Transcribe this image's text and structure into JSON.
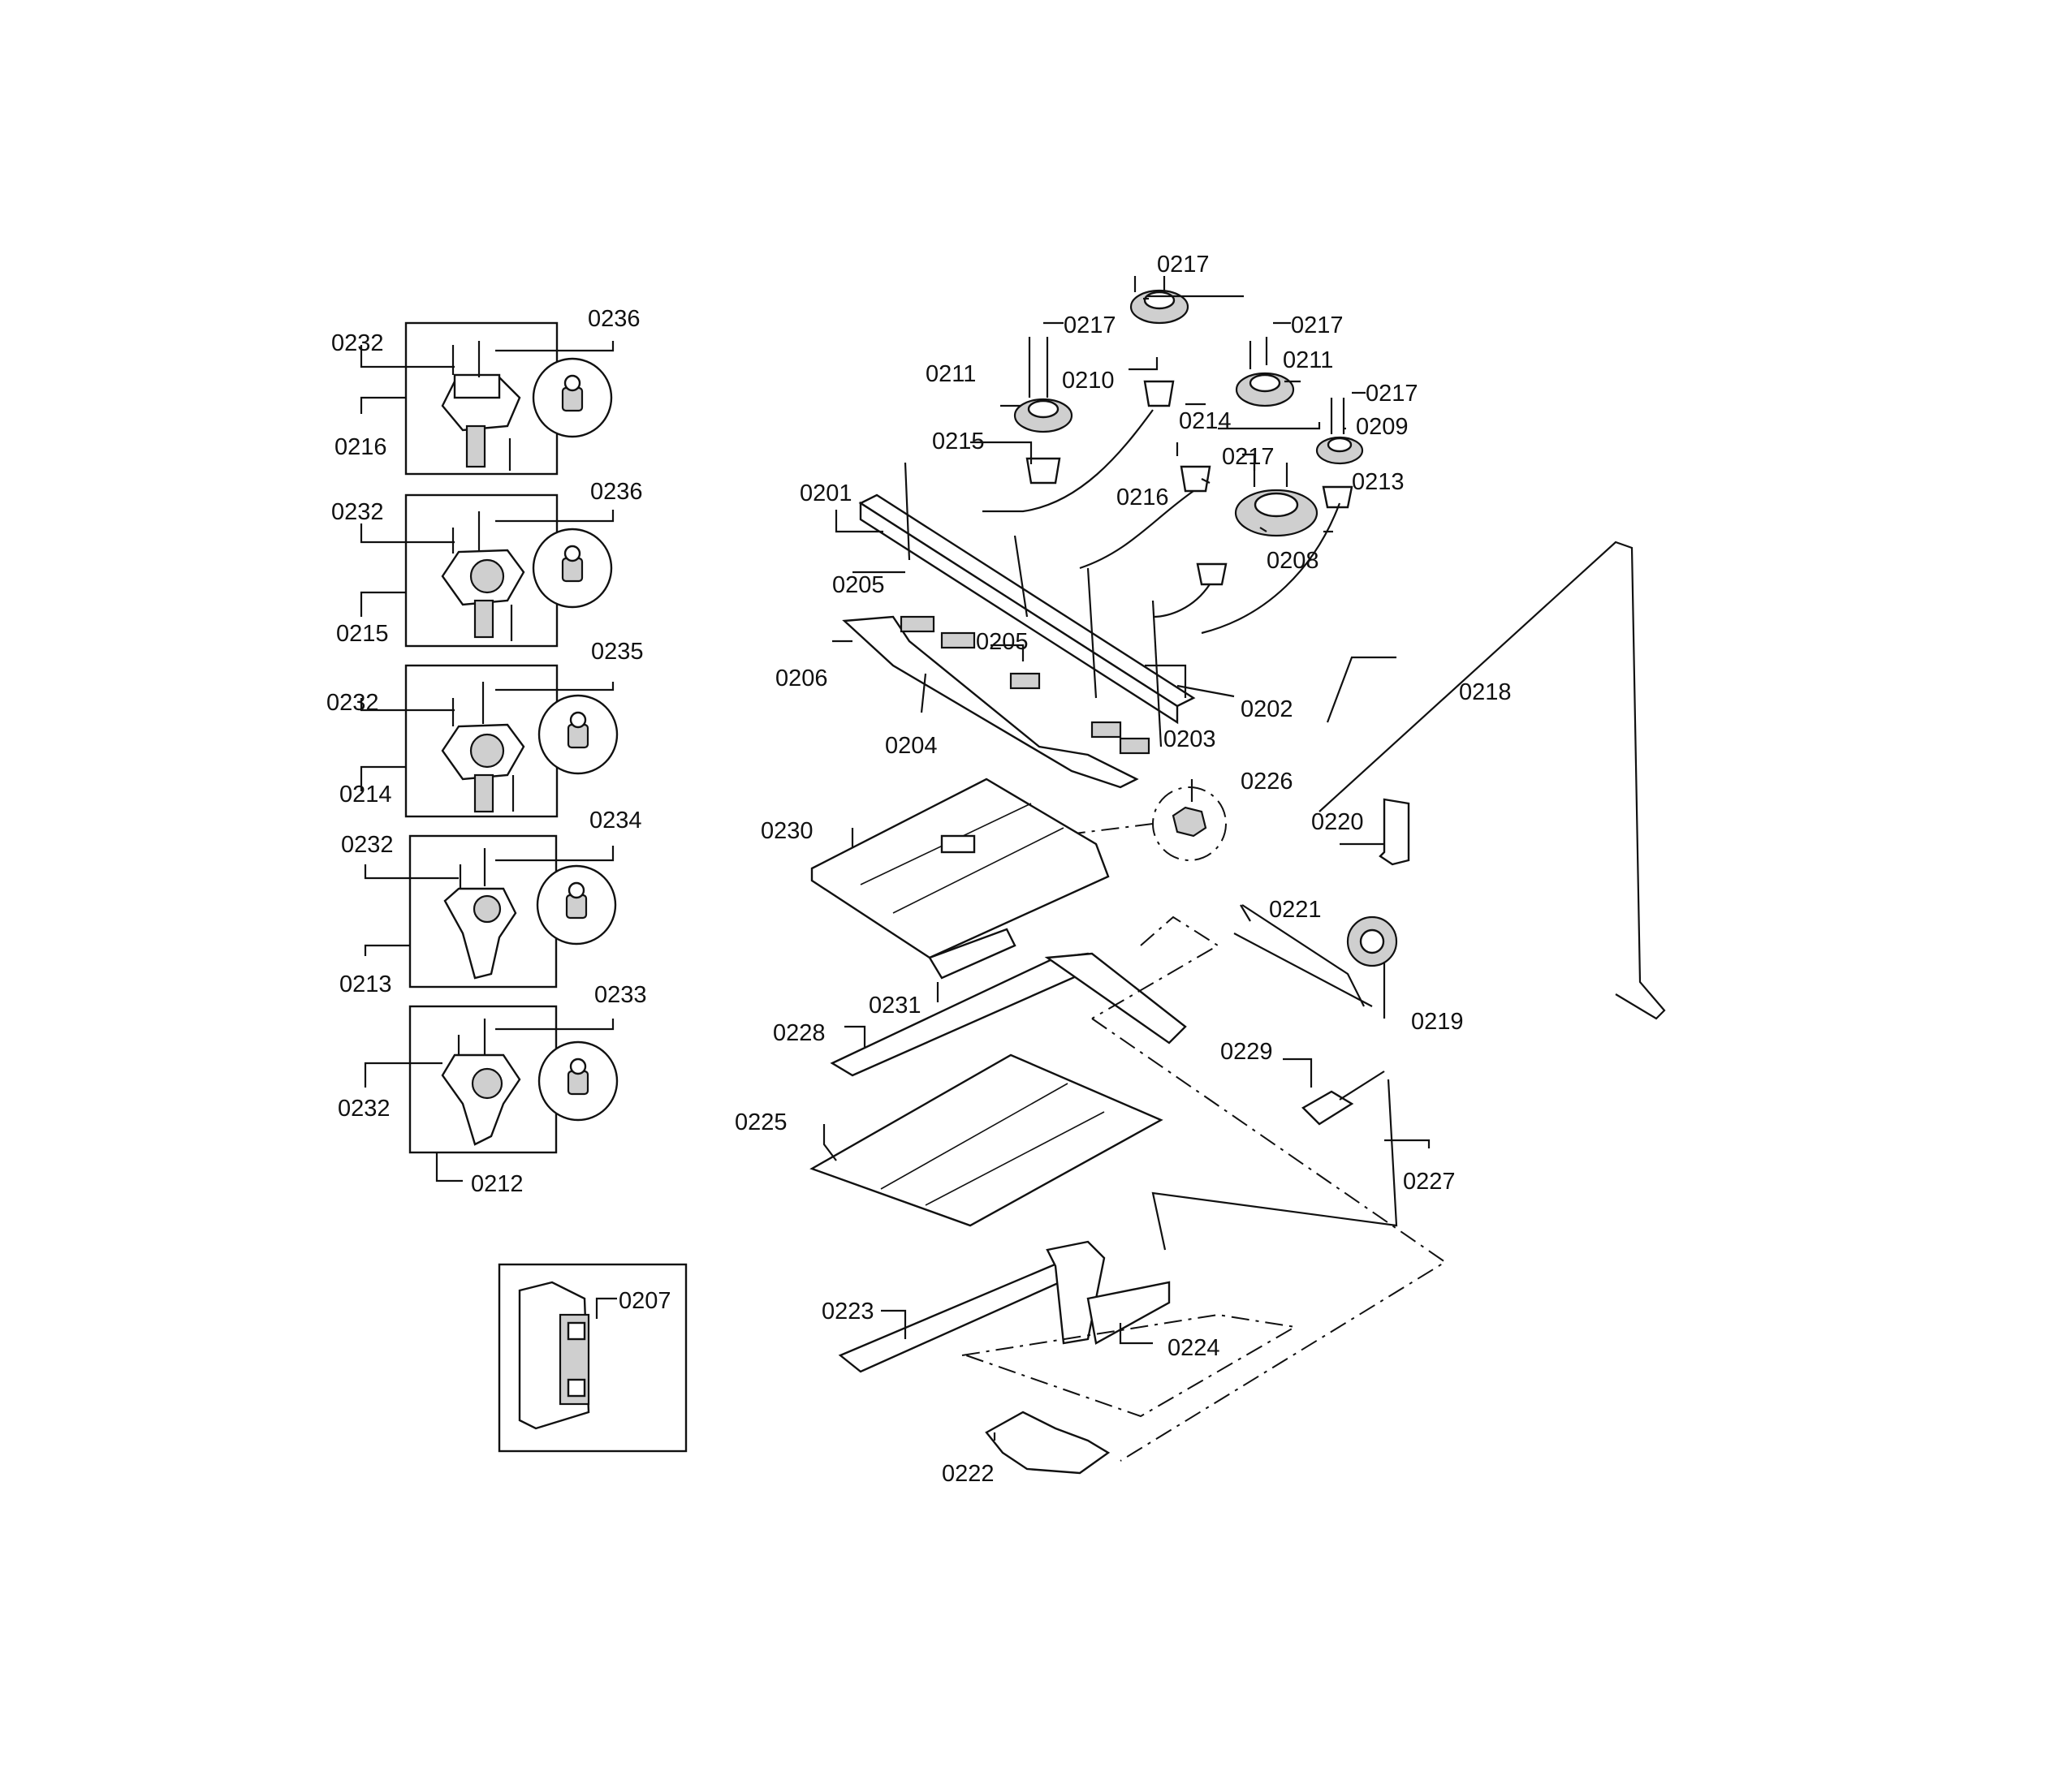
{
  "labels": {
    "l0201": "0201",
    "l0202": "0202",
    "l0203": "0203",
    "l0204": "0204",
    "l0205": "0205",
    "l0206": "0206",
    "l0207": "0207",
    "l0208": "0208",
    "l0209": "0209",
    "l0210": "0210",
    "l0211": "0211",
    "l0212": "0212",
    "l0213": "0213",
    "l0214": "0214",
    "l0215": "0215",
    "l0216": "0216",
    "l0217": "0217",
    "l0218": "0218",
    "l0219": "0219",
    "l0220": "0220",
    "l0221": "0221",
    "l0222": "0222",
    "l0223": "0223",
    "l0224": "0224",
    "l0225": "0225",
    "l0226": "0226",
    "l0227": "0227",
    "l0228": "0228",
    "l0229": "0229",
    "l0230": "0230",
    "l0231": "0231",
    "l0232": "0232",
    "l0233": "0233",
    "l0234": "0234",
    "l0235": "0235",
    "l0236": "0236"
  }
}
